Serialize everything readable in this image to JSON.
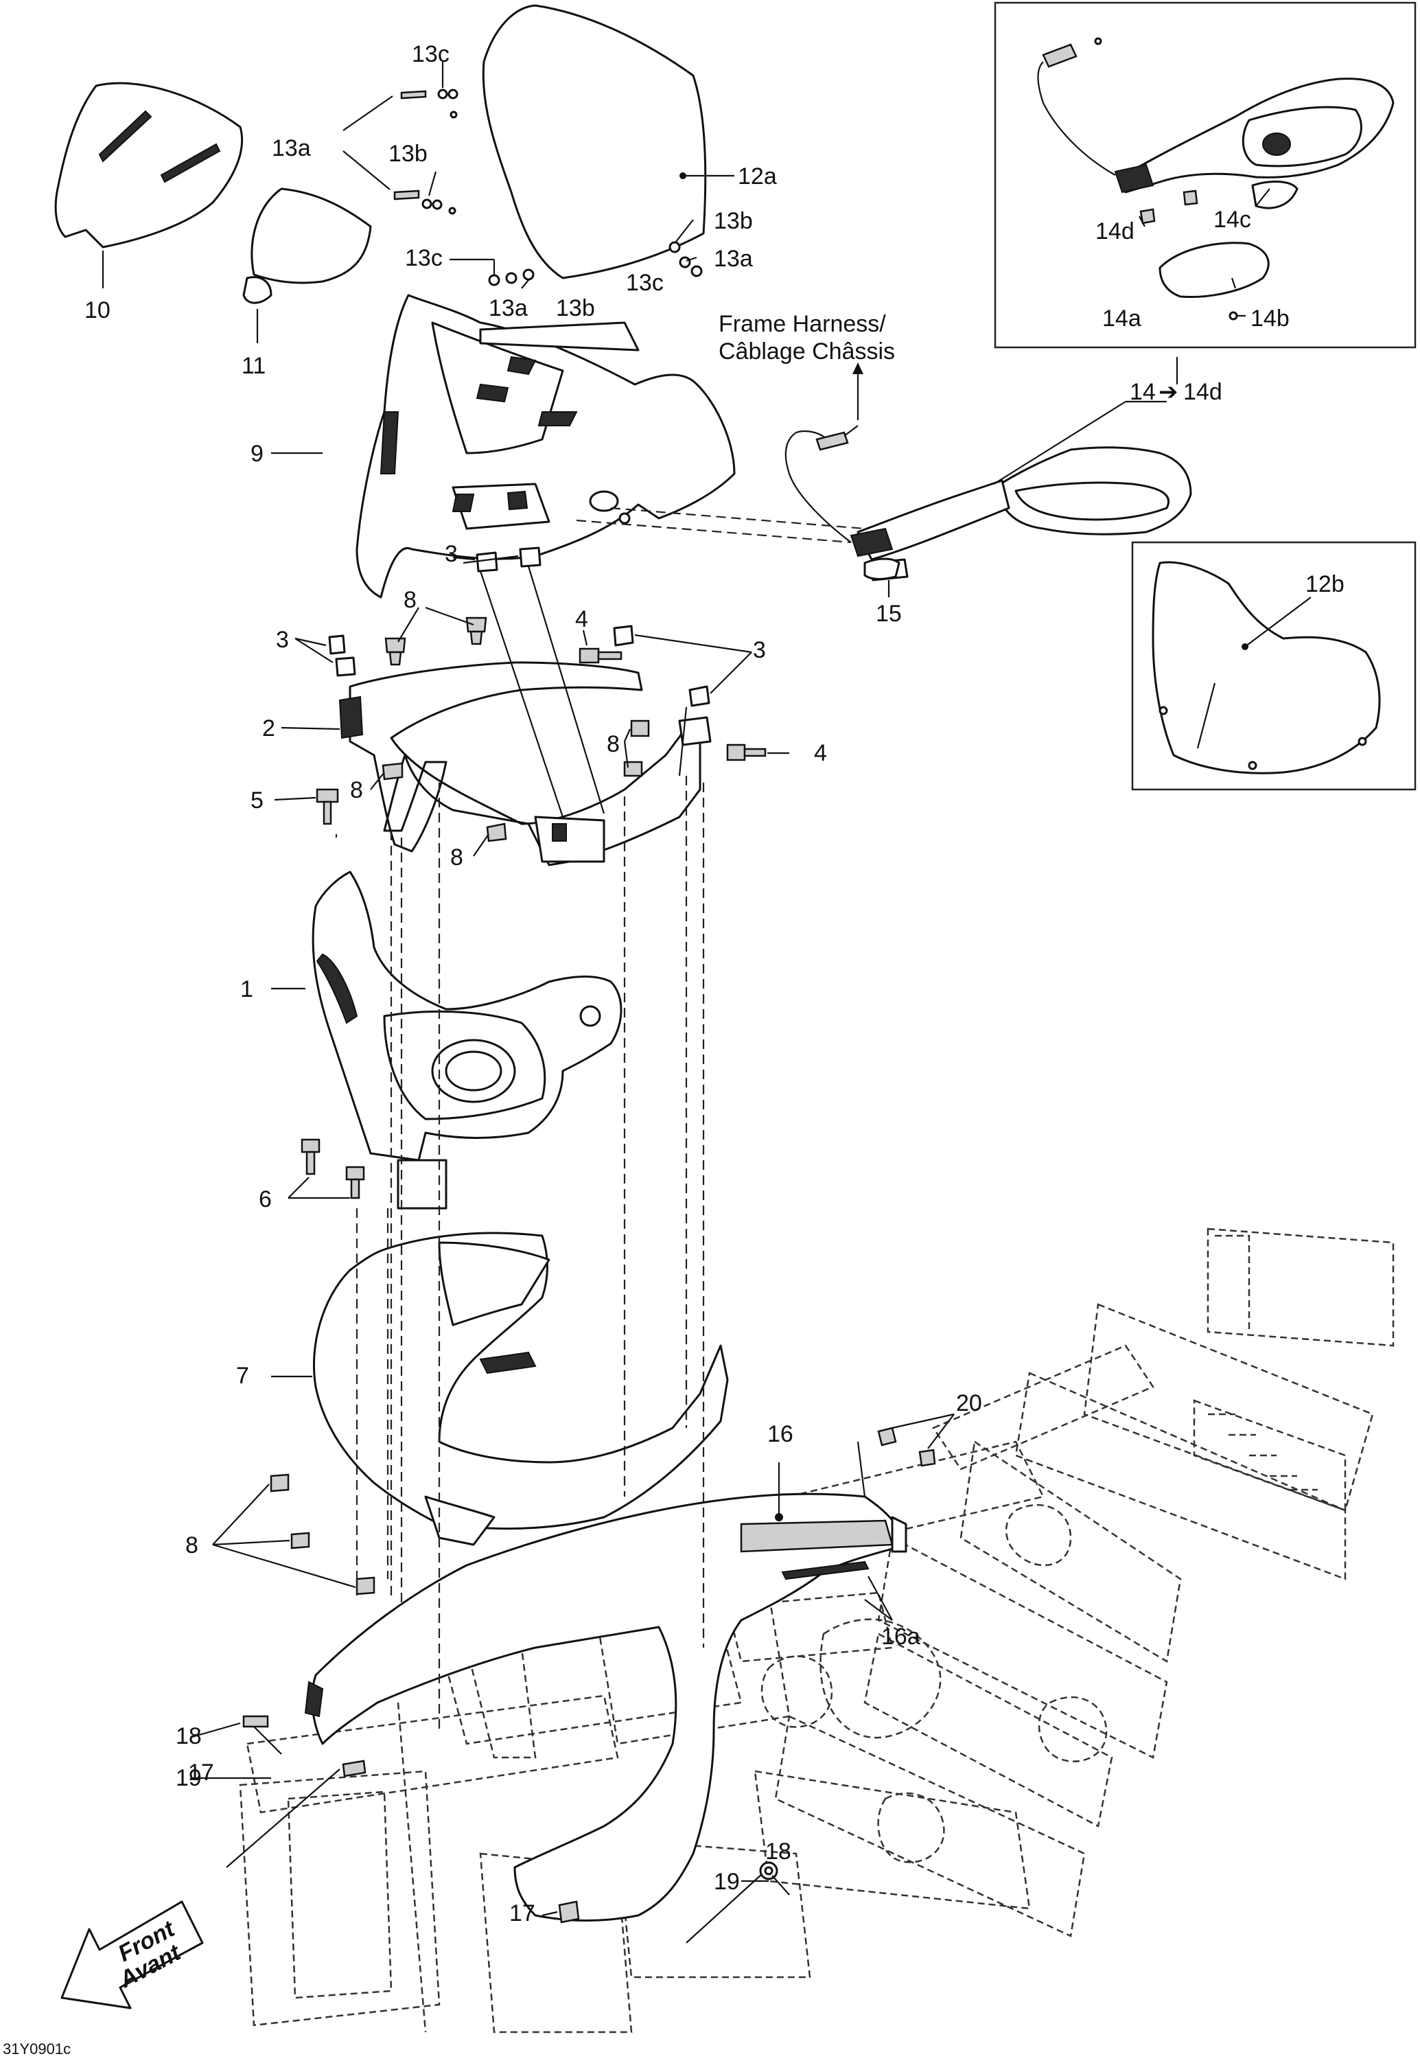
{
  "diagram_code": "31Y0901c",
  "front_arrow": {
    "line1": "Front",
    "line2": "Avant"
  },
  "frame_harness_note": {
    "line1": "Frame Harness/",
    "line2": "Câblage Châssis"
  },
  "labels": {
    "l1": "1",
    "l2": "2",
    "l3a": "3",
    "l3b": "3",
    "l3c": "3",
    "l4a": "4",
    "l4b": "4",
    "l5": "5",
    "l6": "6",
    "l7": "7",
    "l8a": "8",
    "l8b": "8",
    "l8c": "8",
    "l8d": "8",
    "l8e": "8",
    "l9": "9",
    "l10": "10",
    "l11": "11",
    "l12a": "12a",
    "l12b": "12b",
    "l13a_1": "13a",
    "l13a_2": "13a",
    "l13a_3": "13a",
    "l13b_1": "13b",
    "l13b_2": "13b",
    "l13b_3": "13b",
    "l13c_1": "13c",
    "l13c_2": "13c",
    "l13c_3": "13c",
    "l14": "14",
    "l14d_range": "14d",
    "l14a": "14a",
    "l14b": "14b",
    "l14c": "14c",
    "l14d": "14d",
    "l15": "15",
    "l16": "16",
    "l16a": "16a",
    "l17a": "17",
    "l17b": "17",
    "l18a": "18",
    "l18b": "18",
    "l19a": "19",
    "l19b": "19",
    "l20": "20"
  }
}
